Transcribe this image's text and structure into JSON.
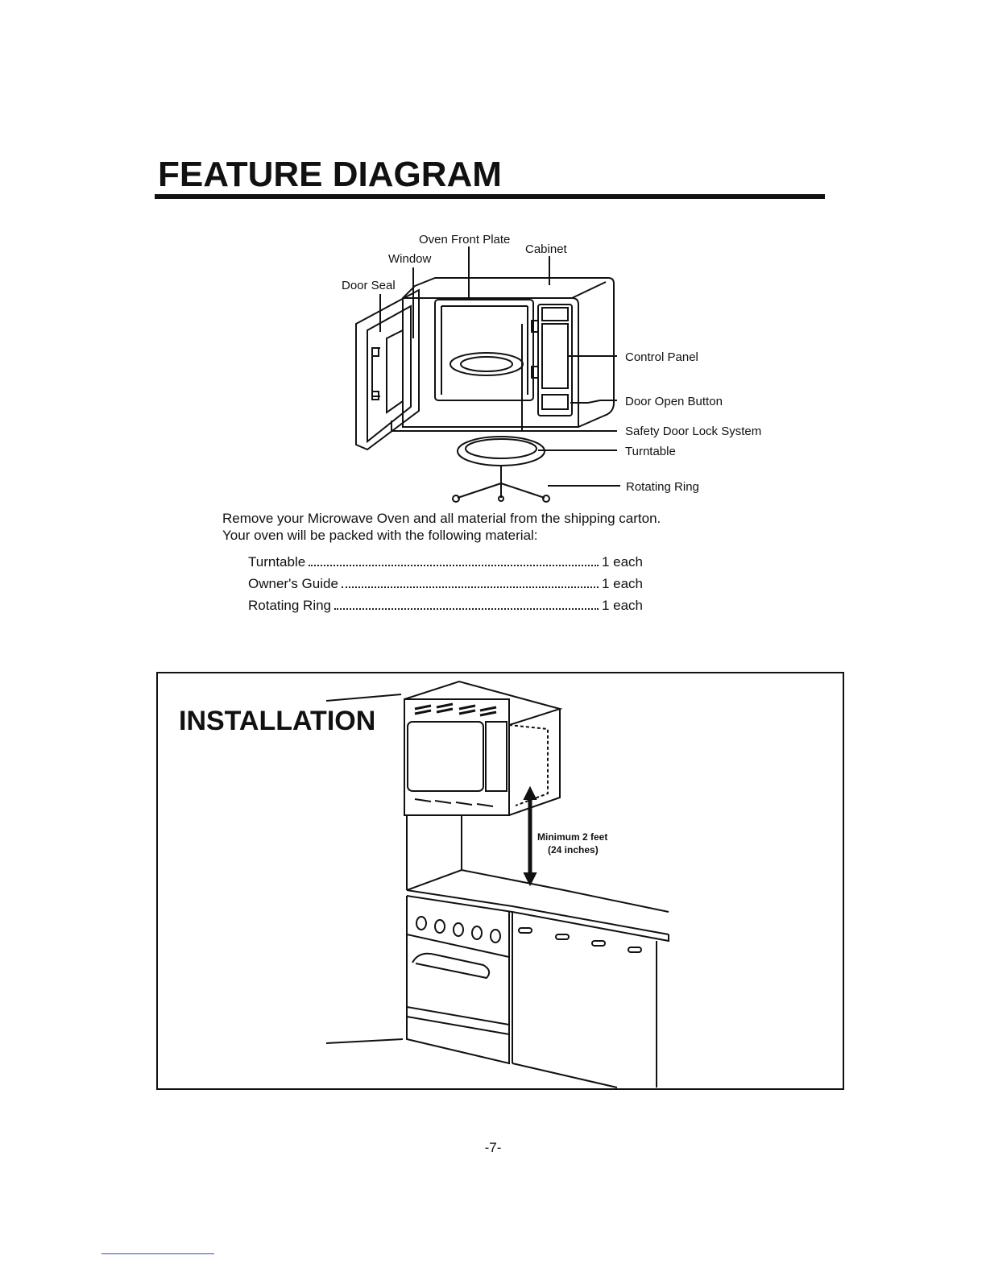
{
  "page_title": "FEATURE DIAGRAM",
  "diagram_labels": {
    "oven_front_plate": "Oven Front Plate",
    "cabinet": "Cabinet",
    "window": "Window",
    "door_seal": "Door Seal",
    "control_panel": "Control Panel",
    "door_open_button": "Door Open Button",
    "safety_door_lock": "Safety Door Lock System",
    "turntable": "Turntable",
    "rotating_ring": "Rotating Ring"
  },
  "intro": {
    "line1": "Remove your Microwave Oven and all material from the shipping carton.",
    "line2": "Your oven will be packed with the following material:"
  },
  "packing_list": [
    {
      "item": "Turntable",
      "qty": "1 each"
    },
    {
      "item": "Owner's Guide",
      "qty": "1 each"
    },
    {
      "item": "Rotating Ring",
      "qty": "1 each"
    }
  ],
  "installation": {
    "title": "INSTALLATION",
    "clearance_line1": "Minimum 2 feet",
    "clearance_line2": "(24 inches)"
  },
  "page_number": "-7-"
}
